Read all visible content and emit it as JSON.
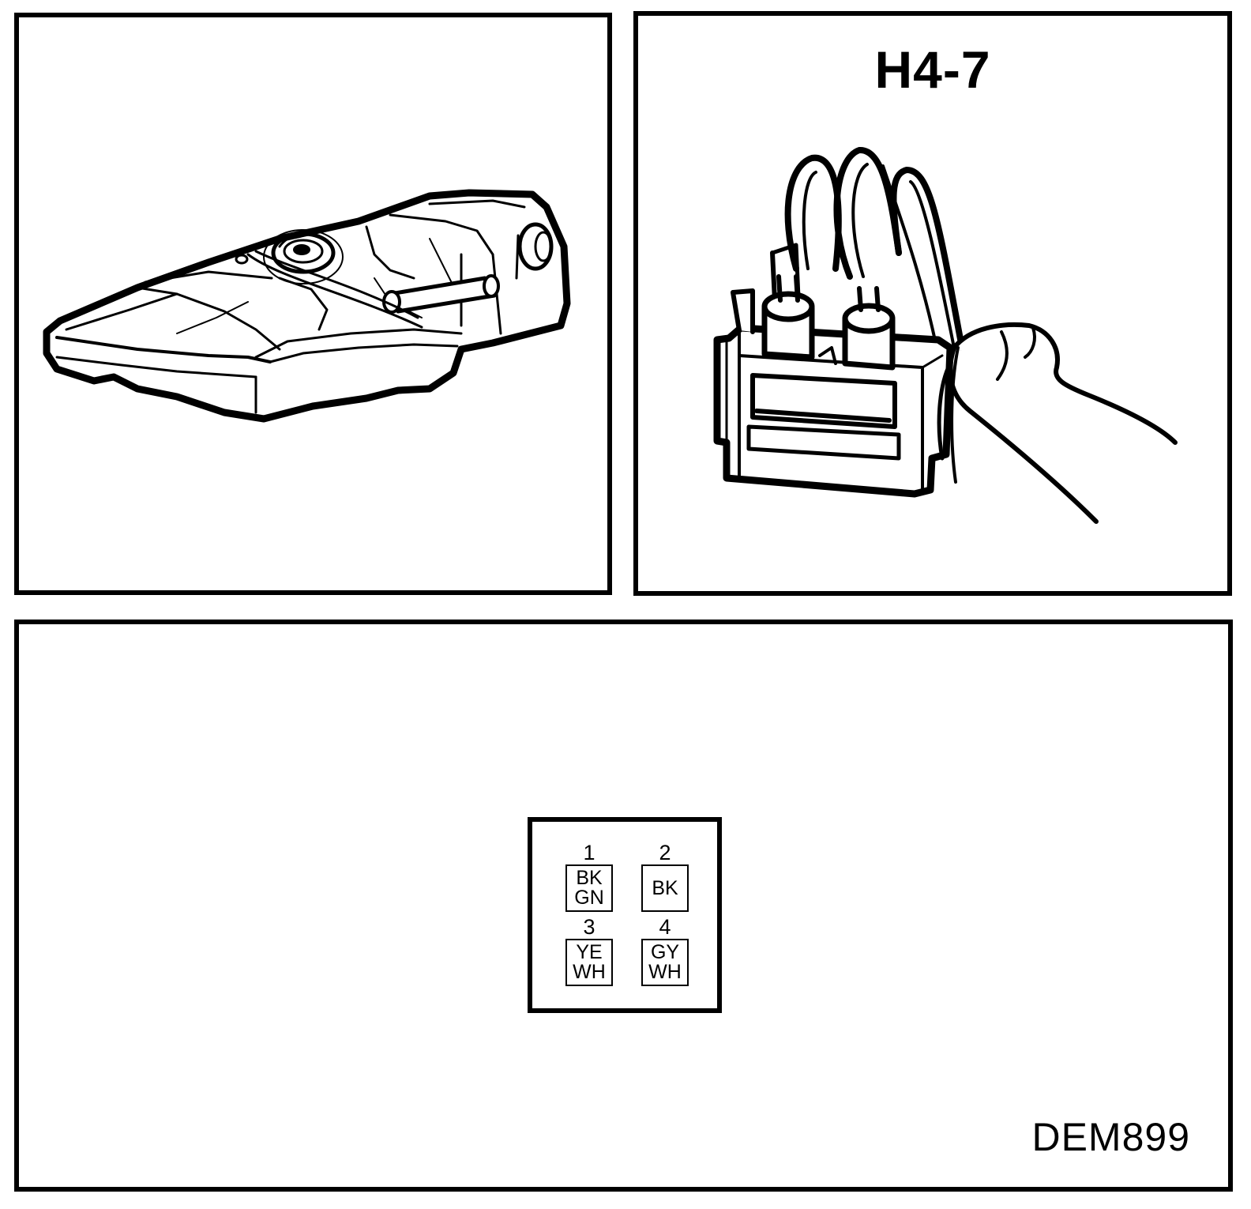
{
  "panels": {
    "connector": {
      "title": "H4-7"
    },
    "pinout": {
      "pins": [
        {
          "num": "1",
          "wire": [
            "BK",
            "GN"
          ]
        },
        {
          "num": "2",
          "wire": [
            "BK"
          ]
        },
        {
          "num": "3",
          "wire": [
            "YE",
            "WH"
          ]
        },
        {
          "num": "4",
          "wire": [
            "GY",
            "WH"
          ]
        }
      ],
      "code": "DEM899"
    }
  },
  "colors": {
    "line": "#000000",
    "background": "#ffffff"
  }
}
